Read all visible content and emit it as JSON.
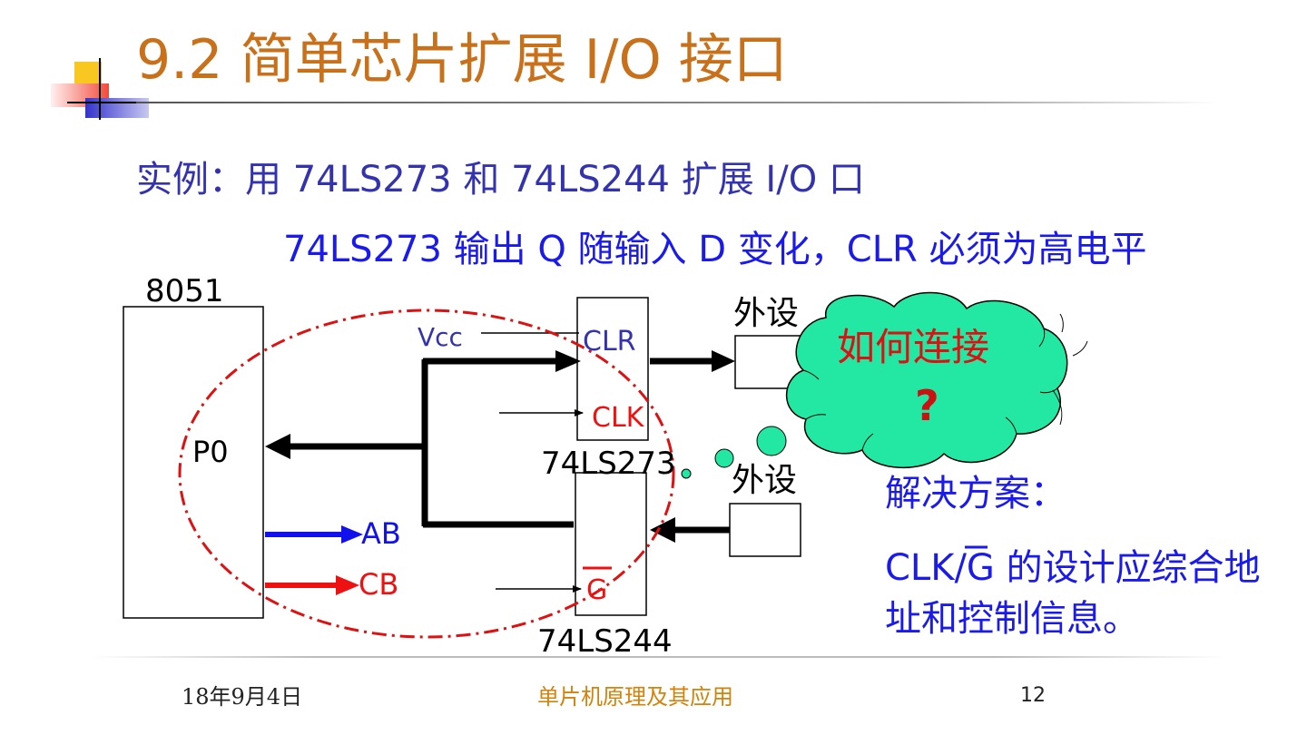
{
  "slide": {
    "title": "9.2   简单芯片扩展 I/O 接口",
    "subtitle": "实例：用 74LS273 和 74LS244 扩展 I/O 口",
    "note": "74LS273 输出 Q 随输入 D 变化，CLR 必须为高电平"
  },
  "diagram": {
    "cpu_label": "8051",
    "port_label": "P0",
    "ab_label": "AB",
    "cb_label": "CB",
    "vcc_label": "Vcc",
    "clr_label": "CLR",
    "clk_label": "CLK",
    "g_label": "G",
    "chip1_label": "74LS273",
    "chip2_label": "74LS244",
    "periph1_label": "外设",
    "periph2_label": "外设",
    "cloud_text": "如何连接",
    "cloud_q": "?"
  },
  "solution": {
    "heading": "解决方案：",
    "prefix": "CLK/",
    "overbar_letter": "G",
    "rest": " 的设计应综合地址和控制信息。"
  },
  "footer": {
    "date": "18年9月4日",
    "course": "单片机原理及其应用",
    "page": "12"
  },
  "colors": {
    "title": "#c8701a",
    "subtitle": "#3333b0",
    "blue_text": "#1a1aee",
    "red": "#ee1111",
    "cloud_fill": "#22e8a4",
    "dash_ellipse": "#dd1111"
  }
}
